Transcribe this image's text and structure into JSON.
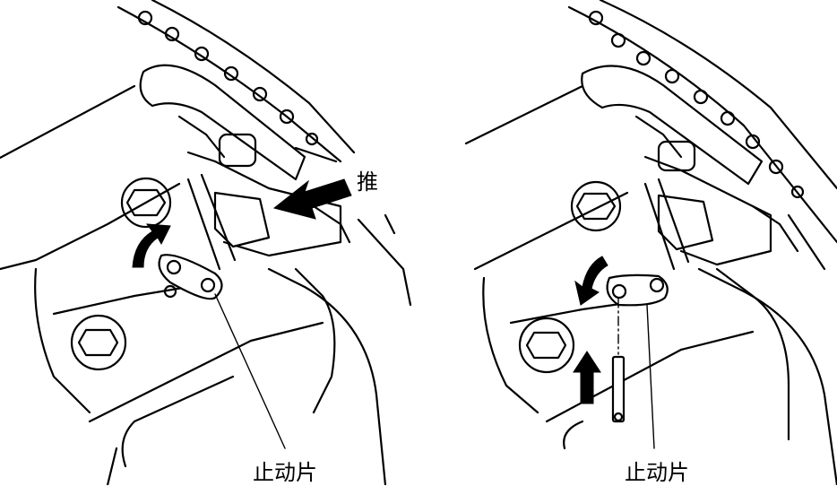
{
  "labels": {
    "push": "推",
    "stopper_left": "止动片",
    "stopper_right": "止动片"
  },
  "ink_color": "#000000",
  "paper_color": "#ffffff"
}
